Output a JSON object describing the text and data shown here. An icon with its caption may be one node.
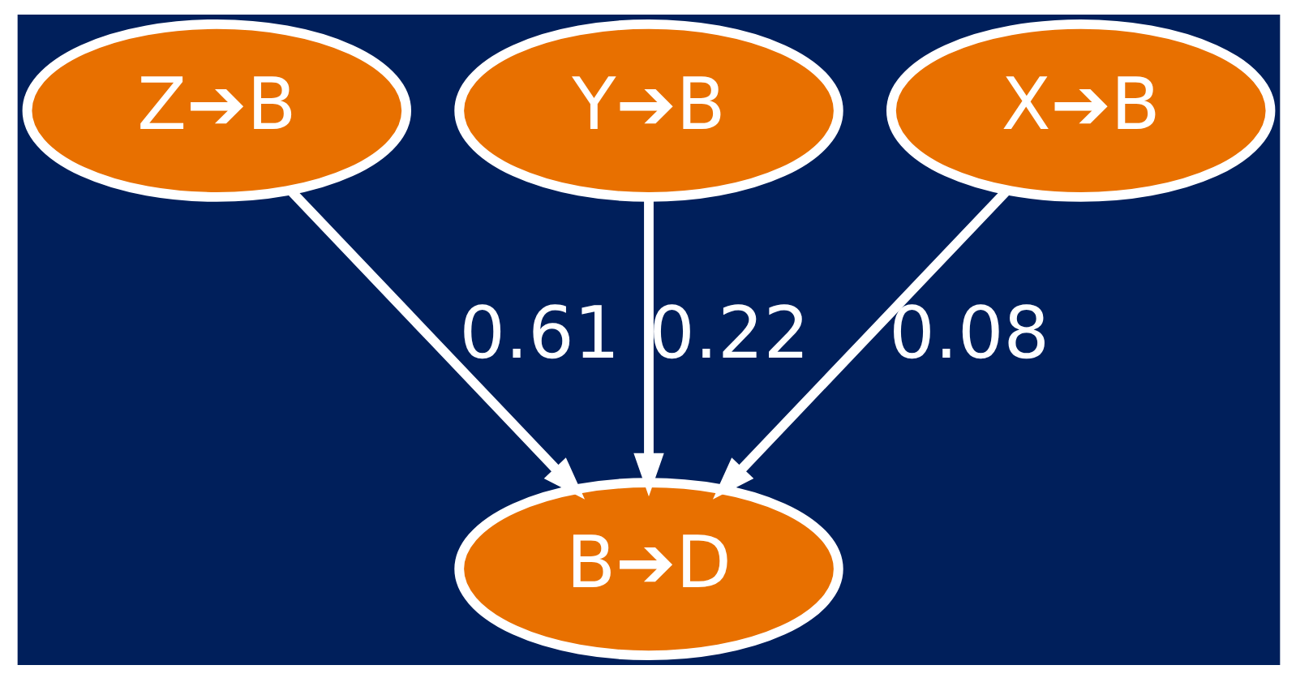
{
  "diagram": {
    "nodes": [
      {
        "text": [
          "Z➔B"
        ]
      },
      {
        "text": [
          "Y➔B"
        ]
      },
      {
        "text": [
          "X➔B"
        ]
      },
      {
        "text": [
          "B➔D"
        ]
      }
    ],
    "edges": [
      {
        "from": 0,
        "to": 3,
        "arrow": "to",
        "label": "0.61"
      },
      {
        "from": 1,
        "to": 3,
        "arrow": "to",
        "label": "0.22"
      },
      {
        "from": 2,
        "to": 3,
        "arrow": "to",
        "label": "0.08"
      }
    ]
  }
}
